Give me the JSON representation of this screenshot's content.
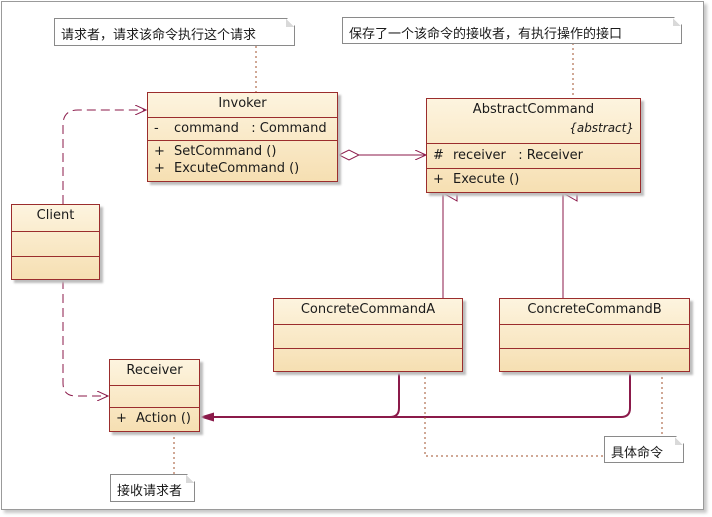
{
  "classes": {
    "invoker": {
      "name": "Invoker",
      "attributes": [
        {
          "vis": "-",
          "name": "command",
          "type": ": Command"
        }
      ],
      "operations": [
        {
          "vis": "+",
          "name": "SetCommand ()"
        },
        {
          "vis": "+",
          "name": "ExcuteCommand ()"
        }
      ]
    },
    "abstract_command": {
      "name": "AbstractCommand",
      "stereotype": "{abstract}",
      "attributes": [
        {
          "vis": "#",
          "name": "receiver",
          "type": ": Receiver"
        }
      ],
      "operations": [
        {
          "vis": "+",
          "name": "Execute ()"
        }
      ]
    },
    "client": {
      "name": "Client"
    },
    "concrete_a": {
      "name": "ConcreteCommandA"
    },
    "concrete_b": {
      "name": "ConcreteCommandB"
    },
    "receiver": {
      "name": "Receiver",
      "operations": [
        {
          "vis": "+",
          "name": "Action ()"
        }
      ]
    }
  },
  "notes": {
    "invoker_note": "请求者，请求该命令执行这个请求",
    "command_note": "保存了一个该命令的接收者，有执行操作的接口",
    "concrete_note": "具体命令",
    "receiver_note": "接收请求者"
  },
  "colors": {
    "line": "#8b1a4a",
    "border": "#9b2d2d",
    "note_link": "#a0522d"
  }
}
